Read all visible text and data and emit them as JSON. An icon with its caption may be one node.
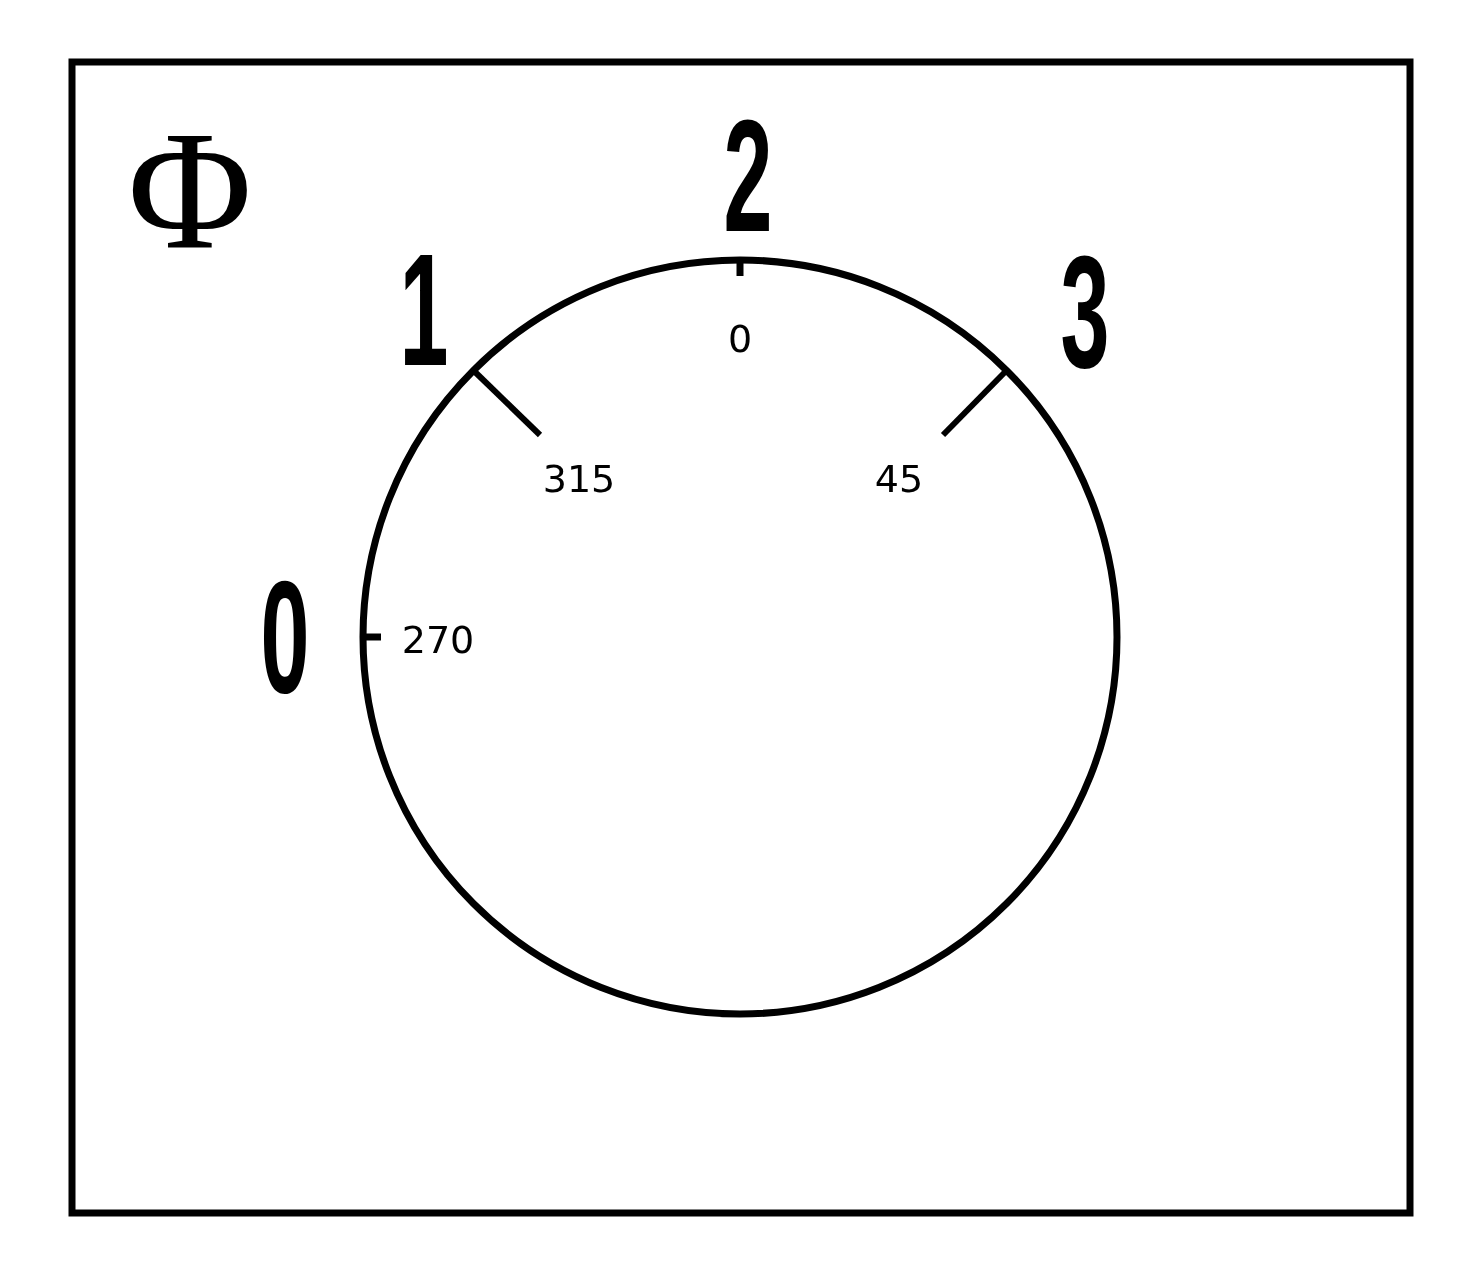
{
  "diagram": {
    "labels": [
      "Φ",
      "2",
      "1",
      "3",
      "0",
      "315",
      "45",
      "0",
      "270"
    ]
  }
}
